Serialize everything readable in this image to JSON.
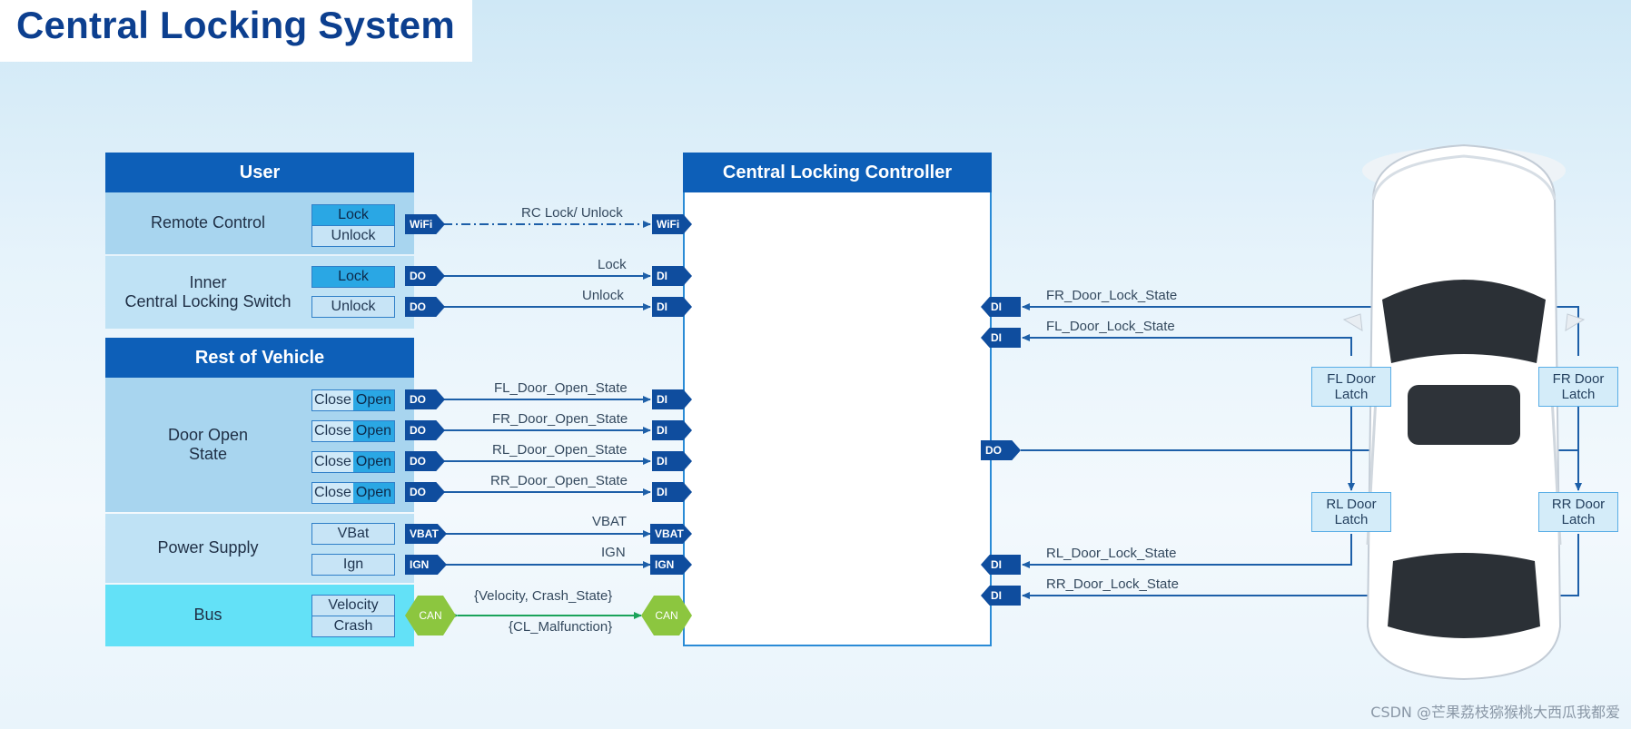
{
  "title": "Central Locking System",
  "user_panel": {
    "header": "User",
    "remote_control": {
      "label": "Remote Control",
      "lock": "Lock",
      "unlock": "Unlock"
    },
    "inner_switch": {
      "label_line1": "Inner",
      "label_line2": "Central Locking Switch",
      "lock": "Lock",
      "unlock": "Unlock"
    }
  },
  "vehicle_panel": {
    "header": "Rest of Vehicle",
    "door_open": {
      "label_line1": "Door Open",
      "label_line2": "State",
      "close": "Close",
      "open": "Open"
    },
    "power": {
      "label": "Power Supply",
      "vbat": "VBat",
      "ign": "Ign"
    },
    "bus": {
      "label": "Bus",
      "velocity": "Velocity",
      "crash": "Crash"
    }
  },
  "controller": {
    "header": "Central Locking Controller"
  },
  "tags": {
    "wifi": "WiFi",
    "do": "DO",
    "di": "DI",
    "vbat": "VBAT",
    "ign": "IGN",
    "can": "CAN"
  },
  "signals": {
    "rc": "RC Lock/ Unlock",
    "lock": "Lock",
    "unlock": "Unlock",
    "fl_open": "FL_Door_Open_State",
    "fr_open": "FR_Door_Open_State",
    "rl_open": "RL_Door_Open_State",
    "rr_open": "RR_Door_Open_State",
    "vbat": "VBAT",
    "ign": "IGN",
    "bus_in": "{Velocity, Crash_State}",
    "bus_out": "{CL_Malfunction}",
    "fr_lock": "FR_Door_Lock_State",
    "fl_lock": "FL_Door_Lock_State",
    "rl_lock": "RL_Door_Lock_State",
    "rr_lock": "RR_Door_Lock_State"
  },
  "latches": {
    "fl": {
      "line1": "FL Door",
      "line2": "Latch"
    },
    "fr": {
      "line1": "FR Door",
      "line2": "Latch"
    },
    "rl": {
      "line1": "RL Door",
      "line2": "Latch"
    },
    "rr": {
      "line1": "RR Door",
      "line2": "Latch"
    }
  },
  "watermark": "CSDN @芒果荔枝猕猴桃大西瓜我都爱",
  "colors": {
    "header": "#0d5fb8",
    "wire": "#1d5fa8",
    "can_wire": "#1aa35a",
    "tag": "#0f4d9e",
    "can": "#8cc63f"
  }
}
